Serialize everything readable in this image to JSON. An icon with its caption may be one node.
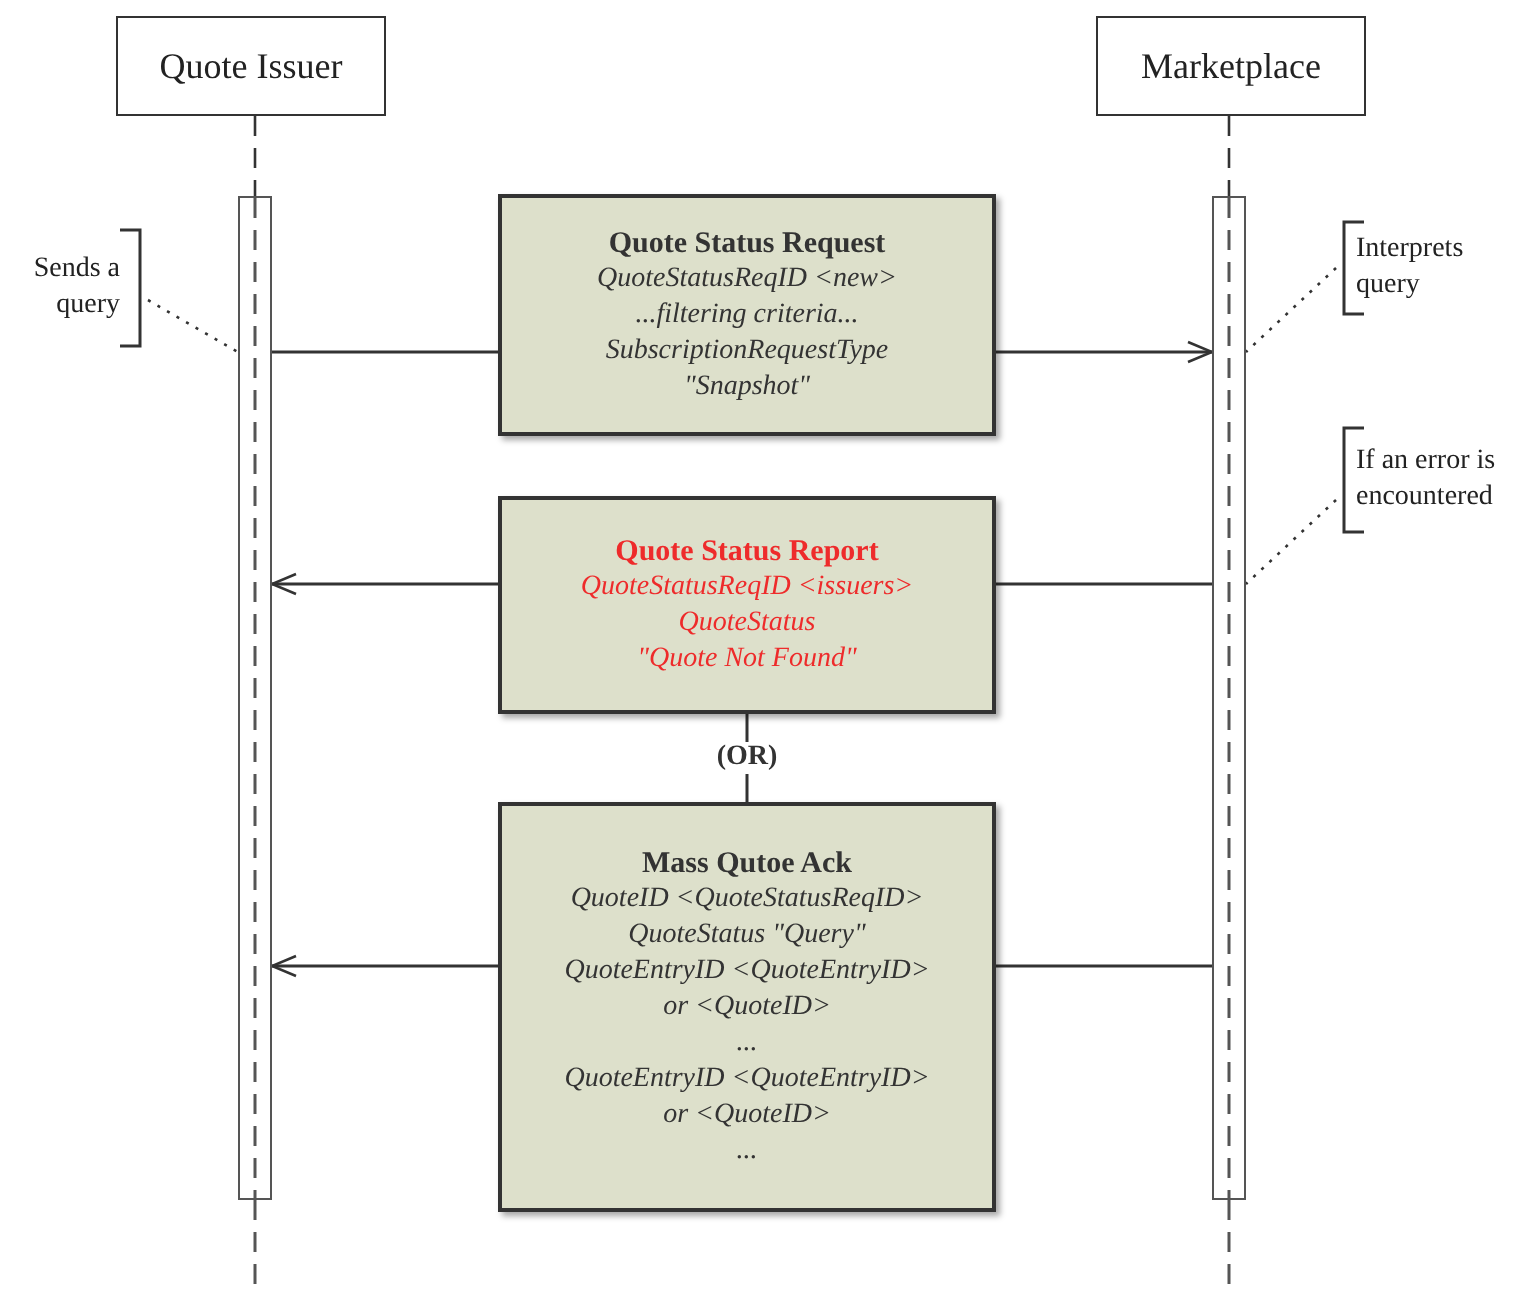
{
  "diagram": {
    "nodes": [
      {
        "text": [
          "Quote Issuer"
        ]
      },
      {
        "text": [
          "Marketplace"
        ]
      },
      {
        "text": [],
        "shape": "bar"
      },
      {
        "text": [],
        "shape": "bar"
      },
      {
        "text": [
          "Quote Status Request",
          "QuoteStatusReqID <new>",
          "...filtering criteria...",
          "SubscriptionRequestType",
          "\"Snapshot\""
        ]
      },
      {
        "text": [
          "Quote Status Report",
          "QuoteStatusReqID <issuers>",
          "QuoteStatus",
          "\"Quote Not Found\""
        ]
      },
      {
        "text": [
          "Mass Qutoe Ack",
          "QuoteID <QuoteStatusReqID>",
          "QuoteStatus \"Query\"",
          "QuoteEntryID <QuoteEntryID>",
          "or <QuoteID>",
          "...",
          "QuoteEntryID <QuoteEntryID>",
          "or <QuoteID>",
          "..."
        ]
      },
      {
        "text": [
          "Sends a query"
        ]
      },
      {
        "text": [
          "Interprets query"
        ]
      },
      {
        "text": [
          "If an error is encountered"
        ]
      }
    ],
    "edges": [
      {
        "from": 0,
        "to": 2,
        "arrow": "none",
        "style": "dashed"
      },
      {
        "from": 1,
        "to": 3,
        "arrow": "none",
        "style": "dashed"
      },
      {
        "from": 2,
        "to": 4,
        "arrow": "none"
      },
      {
        "from": 4,
        "to": 3,
        "arrow": "to"
      },
      {
        "from": 3,
        "to": 5,
        "arrow": "none"
      },
      {
        "from": 5,
        "to": 2,
        "arrow": "to"
      },
      {
        "from": 5,
        "to": 6,
        "arrow": "none",
        "label": "(OR)"
      },
      {
        "from": 3,
        "to": 6,
        "arrow": "none"
      },
      {
        "from": 6,
        "to": 2,
        "arrow": "to"
      },
      {
        "from": 7,
        "to": 2,
        "arrow": "none",
        "style": "dashed"
      },
      {
        "from": 8,
        "to": 3,
        "arrow": "none",
        "style": "dashed"
      },
      {
        "from": 9,
        "to": 3,
        "arrow": "none",
        "style": "dashed"
      }
    ]
  }
}
